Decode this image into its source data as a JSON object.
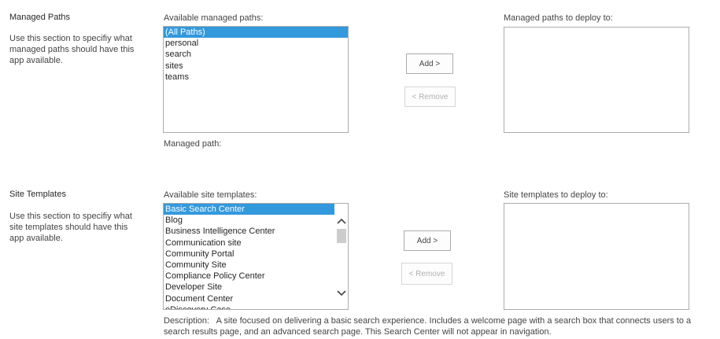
{
  "managed_paths": {
    "title": "Managed Paths",
    "description": "Use this section to specifiy what managed paths should have this app available.",
    "available_label": "Available managed paths:",
    "available_items": [
      "(All Paths)",
      "personal",
      "search",
      "sites",
      "teams"
    ],
    "selected_index": 0,
    "deploy_label": "Managed paths to deploy to:",
    "add_label": "Add >",
    "remove_label": "< Remove",
    "path_label": "Managed path:"
  },
  "site_templates": {
    "title": "Site Templates",
    "description": "Use this section to specifiy what site templates should have this app available.",
    "available_label": "Available site templates:",
    "available_items": [
      "Basic Search Center",
      "Blog",
      "Business Intelligence Center",
      "Communication site",
      "Community Portal",
      "Community Site",
      "Compliance Policy Center",
      "Developer Site",
      "Document Center",
      "eDiscovery Case"
    ],
    "selected_index": 0,
    "deploy_label": "Site templates to deploy to:",
    "add_label": "Add >",
    "remove_label": "< Remove",
    "description_prefix": "Description:",
    "description_text": "A site focused on delivering a basic search experience. Includes a welcome page with a search box that connects users to a search results page, and an advanced search page. This Search Center will not appear in navigation."
  },
  "colors": {
    "selection": "#3399dd",
    "border": "#ababab",
    "disabled_text": "#b1b1b1"
  }
}
